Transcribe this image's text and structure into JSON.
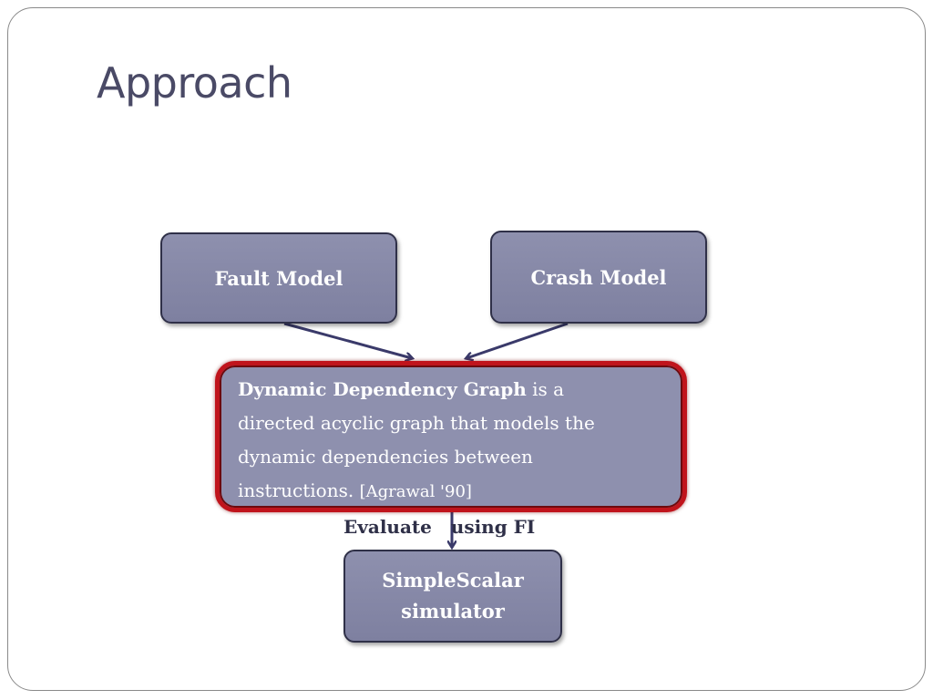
{
  "slide": {
    "title": "Approach"
  },
  "diagram": {
    "nodes": {
      "fault_model": "Fault Model",
      "crash_model": "Crash Model",
      "ddg": {
        "term": "Dynamic Dependency Graph",
        "definition_line1": " is a",
        "definition_line2": "directed acyclic graph that models the",
        "definition_line3": "dynamic dependencies between",
        "definition_line4": "instructions. ",
        "citation": "[Agrawal  '90]"
      },
      "simulator_line1": "SimpleScalar",
      "simulator_line2": "simulator"
    },
    "edge_label": "Evaluate   using FI",
    "colors": {
      "node_fill": "#8e90ae",
      "node_border": "#2f3048",
      "highlight_border": "#c0141c",
      "arrow": "#3a3a6a"
    }
  }
}
